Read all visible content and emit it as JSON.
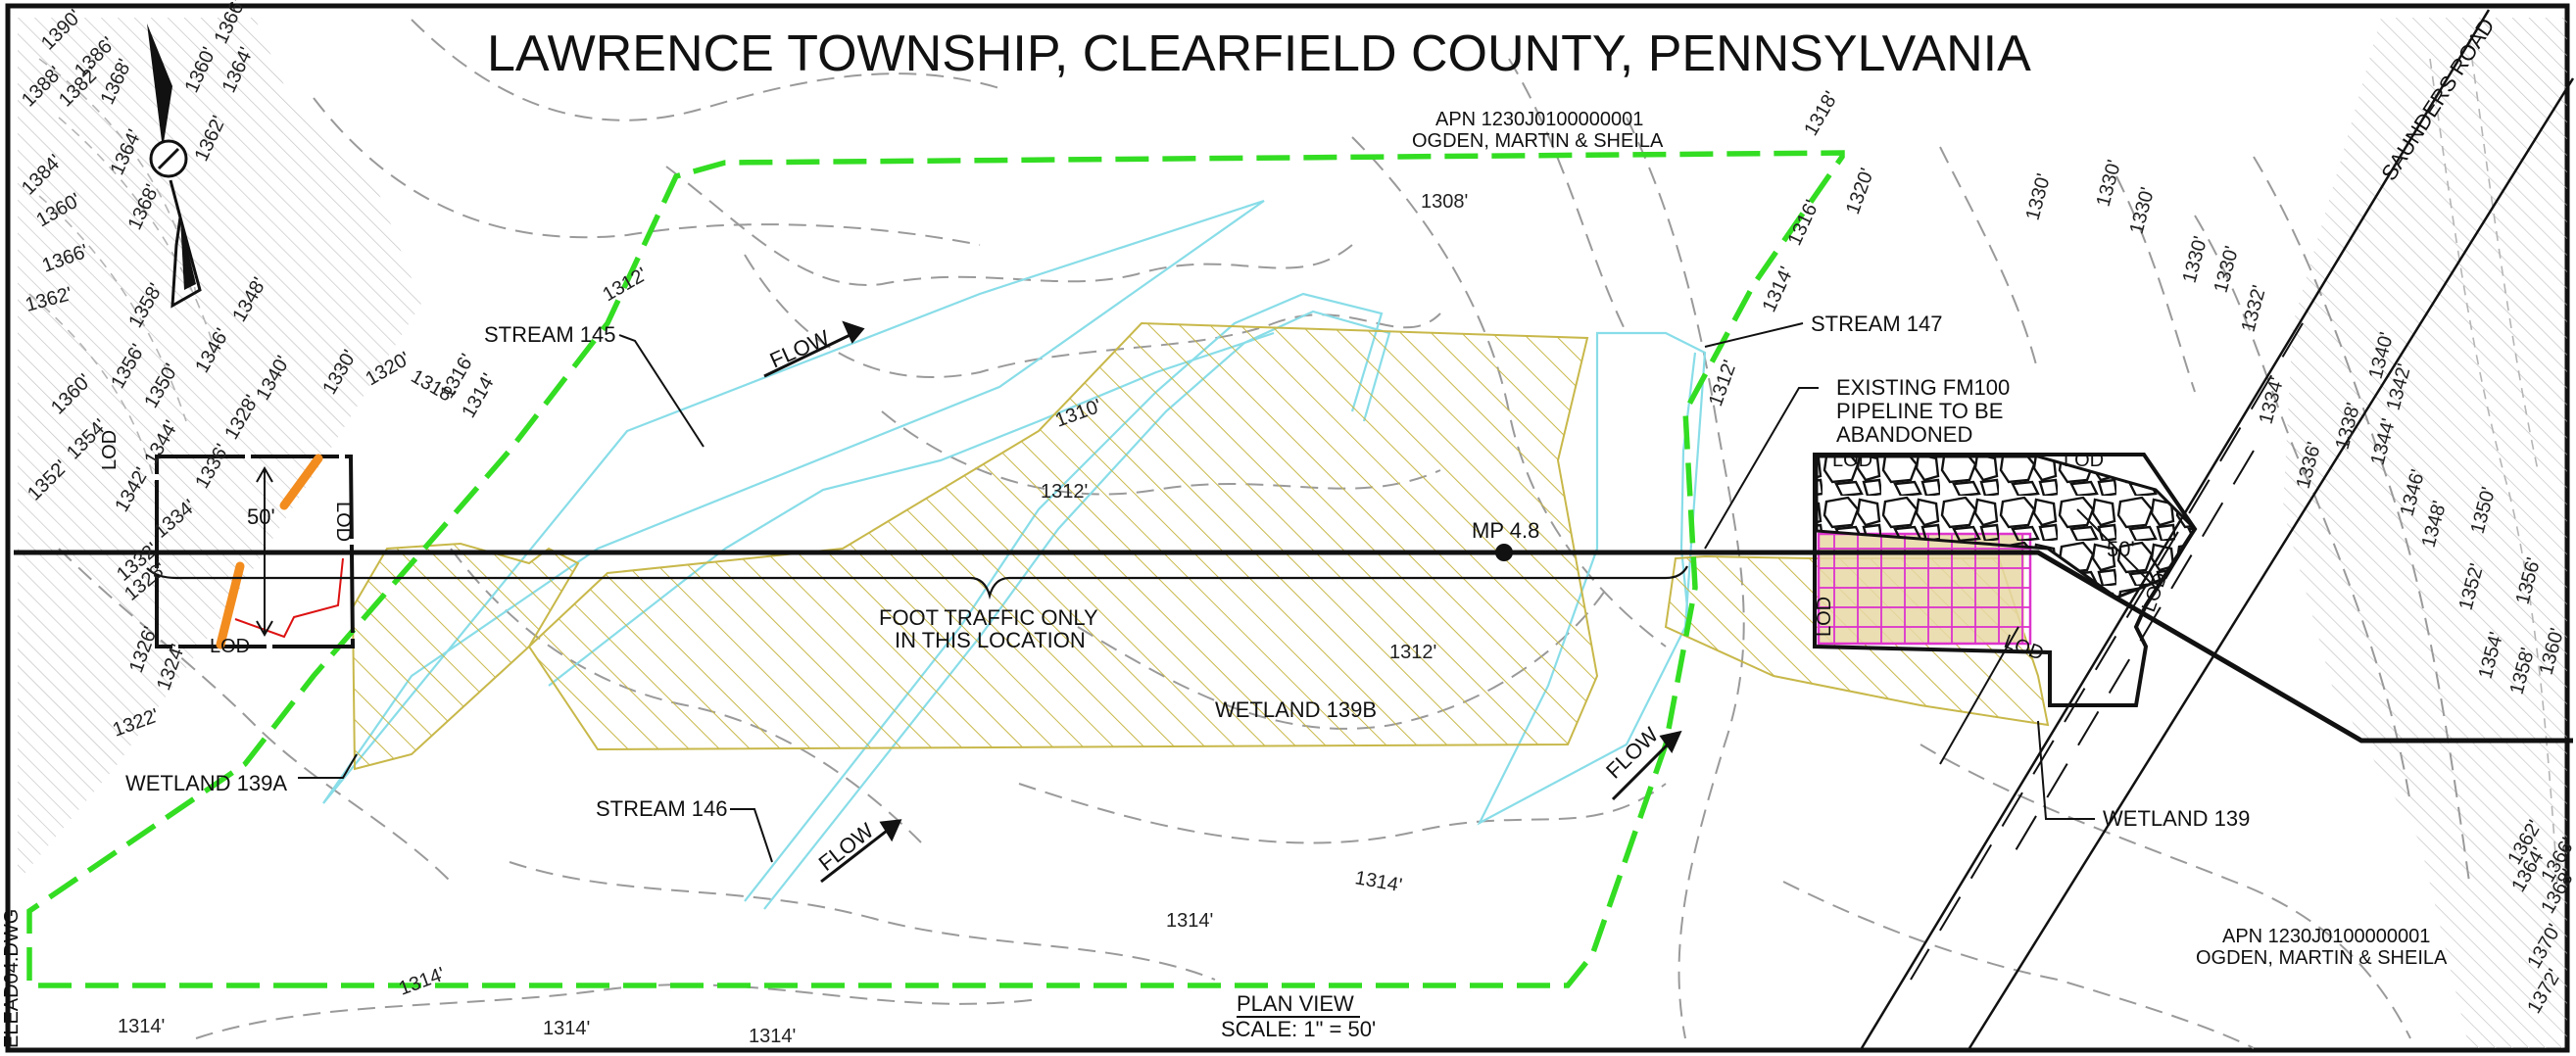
{
  "title": "LAWRENCE TOWNSHIP, CLEARFIELD COUNTY, PENNSYLVANIA",
  "parcel_top": {
    "apn": "APN 1230J0100000001",
    "owner": "OGDEN, MARTIN & SHEILA"
  },
  "parcel_bottom": {
    "apn": "APN 1230J0100000001",
    "owner": "OGDEN, MARTIN & SHEILA"
  },
  "road_label": "SAUNDERS ROAD",
  "streams": {
    "s145": "STREAM 145",
    "s146": "STREAM 146",
    "s147": "STREAM 147"
  },
  "wetlands": {
    "w139a": "WETLAND 139A",
    "w139b": "WETLAND 139B",
    "w139": "WETLAND 139"
  },
  "flow_label": "FLOW",
  "pipeline_note": {
    "line1": "EXISTING FM100",
    "line2": "PIPELINE TO BE",
    "line3": "ABANDONED"
  },
  "foot_traffic": {
    "line1": "FOOT TRAFFIC ONLY",
    "line2": "IN THIS LOCATION"
  },
  "milepost": "MP 4.8",
  "dim_50": "50'",
  "lod": "LOD",
  "plan_view": {
    "title": "PLAN VIEW",
    "scale": "SCALE: 1\" = 50'"
  },
  "edge_label": "ELEAD04.DWG",
  "colors": {
    "lod_boundary": "#33dd22",
    "stream": "#88dde8",
    "wetland_hatch": "#c8b84a",
    "wetland_fill": "#e8e0a0",
    "matting_grid": "#dd33cc",
    "pipeline": "#111111",
    "contour": "#9a9a9a",
    "orange_mark": "#f28c1e",
    "red_line": "#dd1111"
  },
  "contours": {
    "c1390": "1390'",
    "c1388": "1388'",
    "c1386": "1386'",
    "c1384": "1384'",
    "c1382": "1382'",
    "c1368": "1368'",
    "c1366": "1366'",
    "c1364": "1364'",
    "c1362": "1362'",
    "c1360": "1360'",
    "c1358": "1358'",
    "c1356": "1356'",
    "c1354": "1354'",
    "c1352": "1352'",
    "c1350": "1350'",
    "c1348": "1348'",
    "c1346": "1346'",
    "c1344": "1344'",
    "c1342": "1342'",
    "c1340": "1340'",
    "c1338": "1338'",
    "c1336": "1336'",
    "c1334": "1334'",
    "c1332": "1332'",
    "c1330": "1330'",
    "c1328": "1328'",
    "c1326": "1326'",
    "c1324": "1324'",
    "c1322": "1322'",
    "c1320": "1320'",
    "c1318": "1318'",
    "c1316": "1316'",
    "c1314": "1314'",
    "c1312": "1312'",
    "c1310": "1310'",
    "c1308": "1308'",
    "c1370": "1370'",
    "c1372": "1372'"
  }
}
